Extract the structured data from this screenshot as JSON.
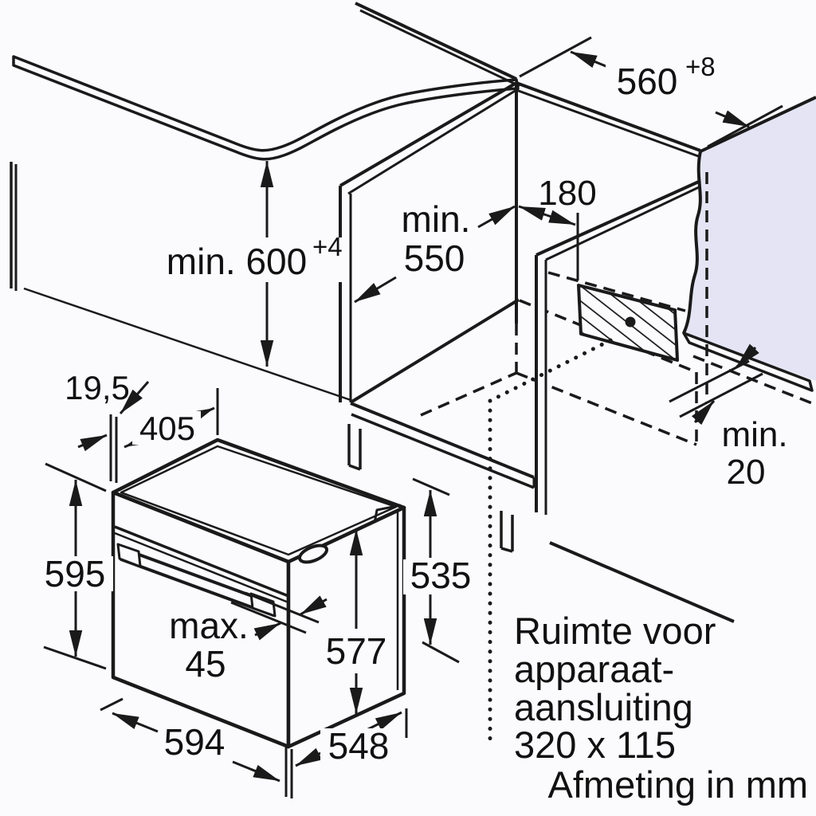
{
  "colors": {
    "bg": "#fbfbfe",
    "surface": "#e4e4f4",
    "band": "#d6d6ea",
    "line": "#1a1a1a",
    "text": "#111111"
  },
  "dims": {
    "d560": {
      "value": "560",
      "sup": "+8"
    },
    "d600": {
      "value": "min. 600",
      "sup": "+4"
    },
    "d550": {
      "l1": "min.",
      "l2": "550"
    },
    "d180": {
      "value": "180"
    },
    "dmin20": {
      "l1": "min.",
      "l2": "20"
    },
    "d19_5": {
      "value": "19,5"
    },
    "d405": {
      "value": "405"
    },
    "d595": {
      "value": "595"
    },
    "dmax45": {
      "l1": "max.",
      "l2": "45"
    },
    "d577": {
      "value": "577"
    },
    "d535": {
      "value": "535"
    },
    "d594": {
      "value": "594"
    },
    "d548": {
      "value": "548"
    }
  },
  "note": {
    "l1": "Ruimte voor",
    "l2": "apparaat-",
    "l3": "aansluiting",
    "l4": "320 x 115"
  },
  "footer": {
    "value": "Afmeting in mm"
  }
}
